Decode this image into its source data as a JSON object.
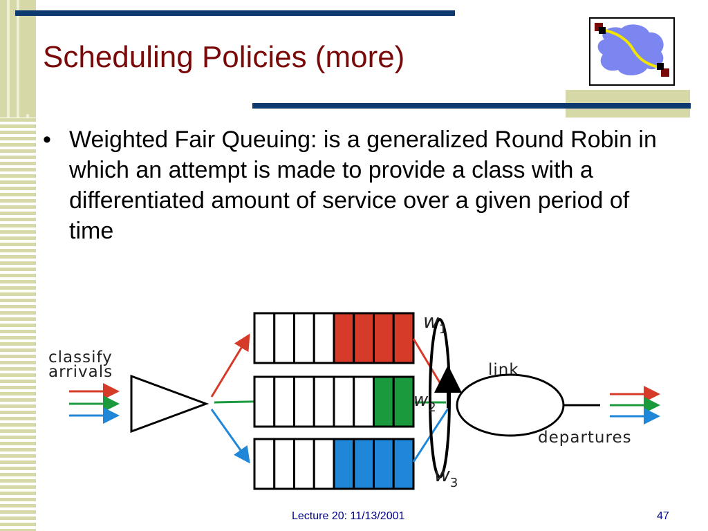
{
  "slide": {
    "title": "Scheduling Policies (more)",
    "bullet_marker": "•",
    "bullet_text": "Weighted Fair Queuing: is a generalized Round Robin in which an attempt is made to provide a class with a differentiated amount of service over a given period of time",
    "footer": "Lecture 20: 11/13/2001",
    "page_number": "47"
  },
  "diagram": {
    "classify_line1": "classify",
    "classify_line2": "arrivals",
    "link_label": "link",
    "departures_label": "departures",
    "weights": [
      {
        "symbol": "w",
        "sub": "1"
      },
      {
        "symbol": "w",
        "sub": "2"
      },
      {
        "symbol": "w",
        "sub": "3"
      }
    ],
    "colors": {
      "red": "#d63a28",
      "green": "#1a9a3c",
      "blue": "#1f86d8",
      "title": "#7a0a0a",
      "bar": "#0d3a6e",
      "stripe": "#d6d8a8",
      "footer": "#00008b"
    },
    "queues": [
      {
        "color": "red",
        "empty_slots": 4,
        "filled_slots": 4
      },
      {
        "color": "green",
        "empty_slots": 6,
        "filled_slots": 2
      },
      {
        "color": "blue",
        "empty_slots": 4,
        "filled_slots": 4
      }
    ]
  }
}
